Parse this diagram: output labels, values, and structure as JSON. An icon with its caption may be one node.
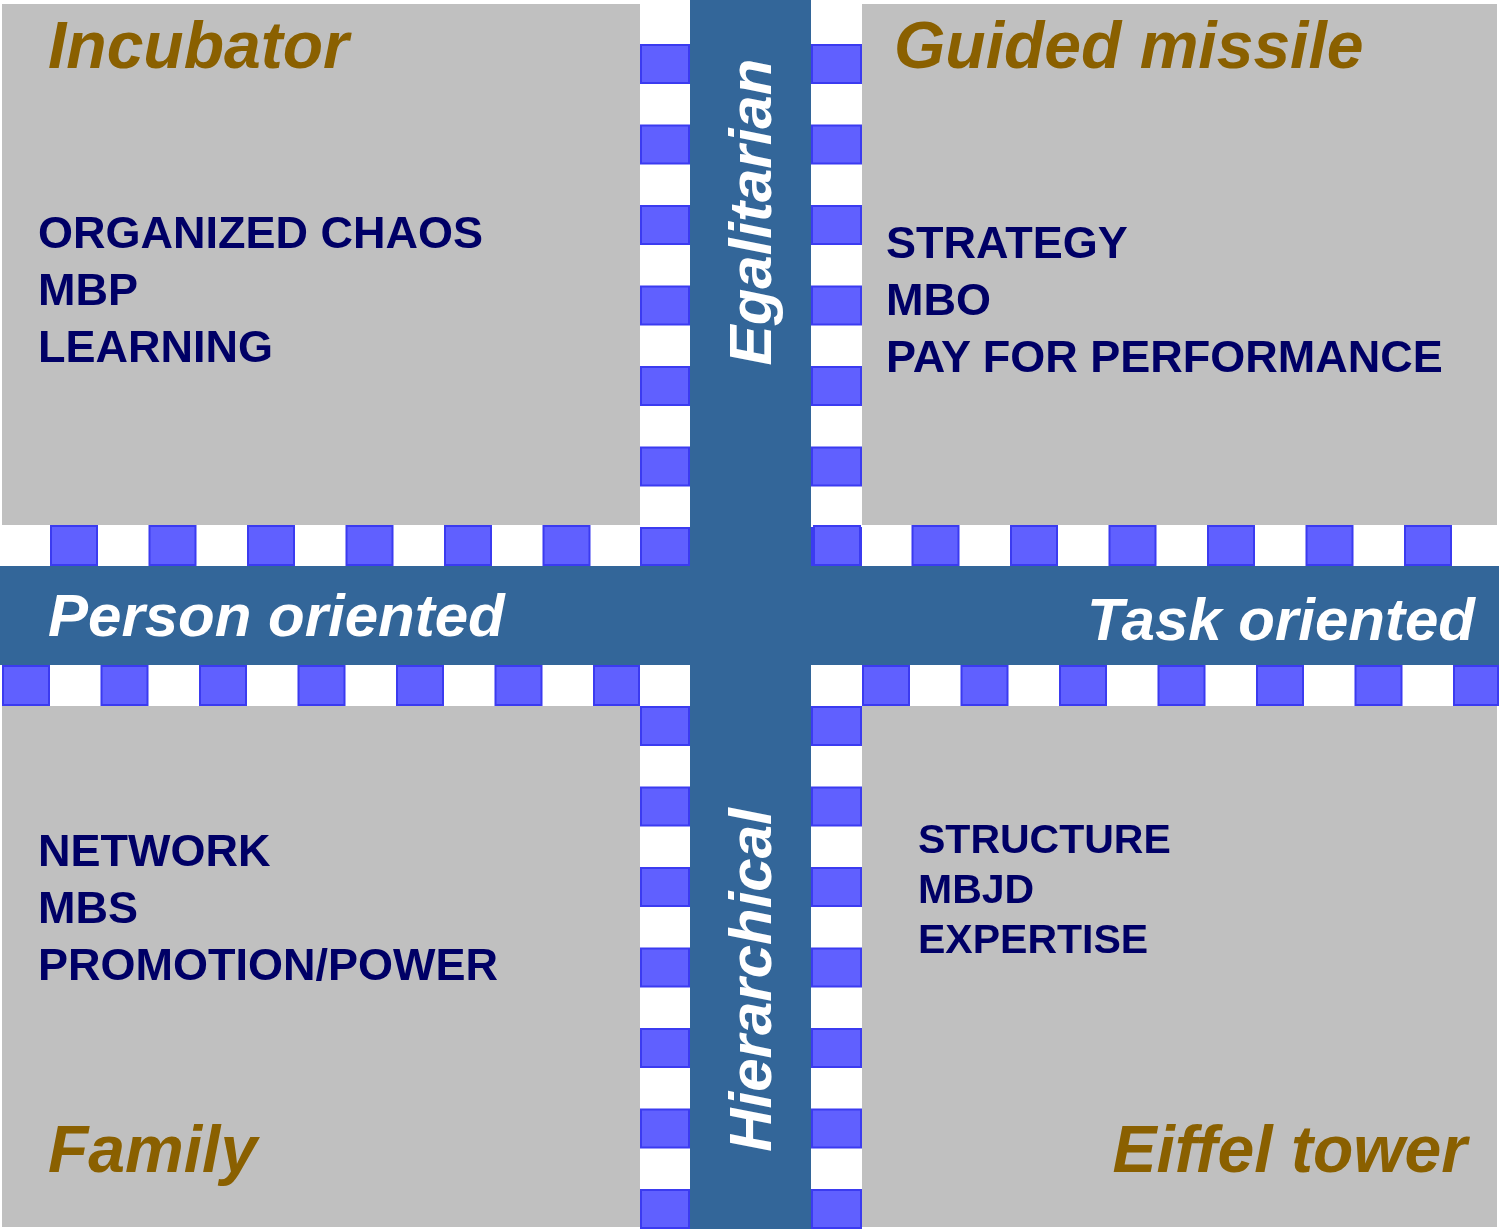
{
  "diagram": {
    "nodes": [
      {
        "text": [
          "Incubator",
          "ORGANIZED CHAOS",
          "MBP",
          "LEARNING"
        ]
      },
      {
        "text": [
          "Guided missile",
          "STRATEGY",
          "MBO",
          "PAY FOR PERFORMANCE"
        ]
      },
      {
        "text": [
          "NETWORK",
          "MBS",
          "PROMOTION/POWER",
          "Family"
        ]
      },
      {
        "text": [
          "STRUCTURE",
          "MBJD",
          "EXPERTISE",
          "Eiffel tower"
        ]
      },
      {
        "text": [
          "Person oriented",
          "Task oriented"
        ]
      },
      {
        "text": [
          "Egalitarian",
          "Hierarchical"
        ]
      }
    ]
  }
}
